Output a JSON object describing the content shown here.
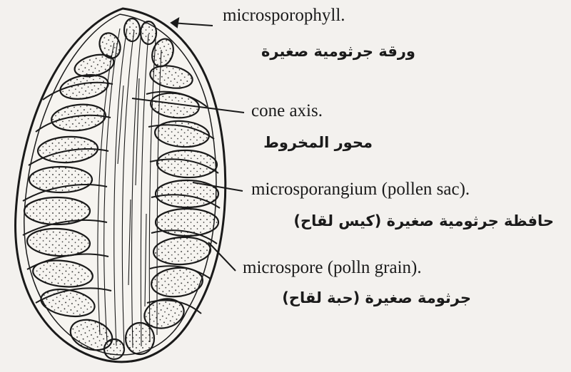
{
  "labels": {
    "microsporophyll": {
      "en": "microsporophyll.",
      "ar": "ورقة جرثومية صغيرة"
    },
    "cone_axis": {
      "en": "cone axis.",
      "ar": "محور المخروط"
    },
    "microsporangium": {
      "en": "microsporangium (pollen sac).",
      "ar": "حافظة جرثومية صغيرة (كيس لقاح)"
    },
    "microspore": {
      "en": "microspore (polln grain).",
      "ar": "جرثومة صغيرة (حبة لقاح)"
    }
  },
  "colors": {
    "ink": "#1a1a1a",
    "paper": "#f3f1ee",
    "sac_fill": "#f6f4f0"
  }
}
